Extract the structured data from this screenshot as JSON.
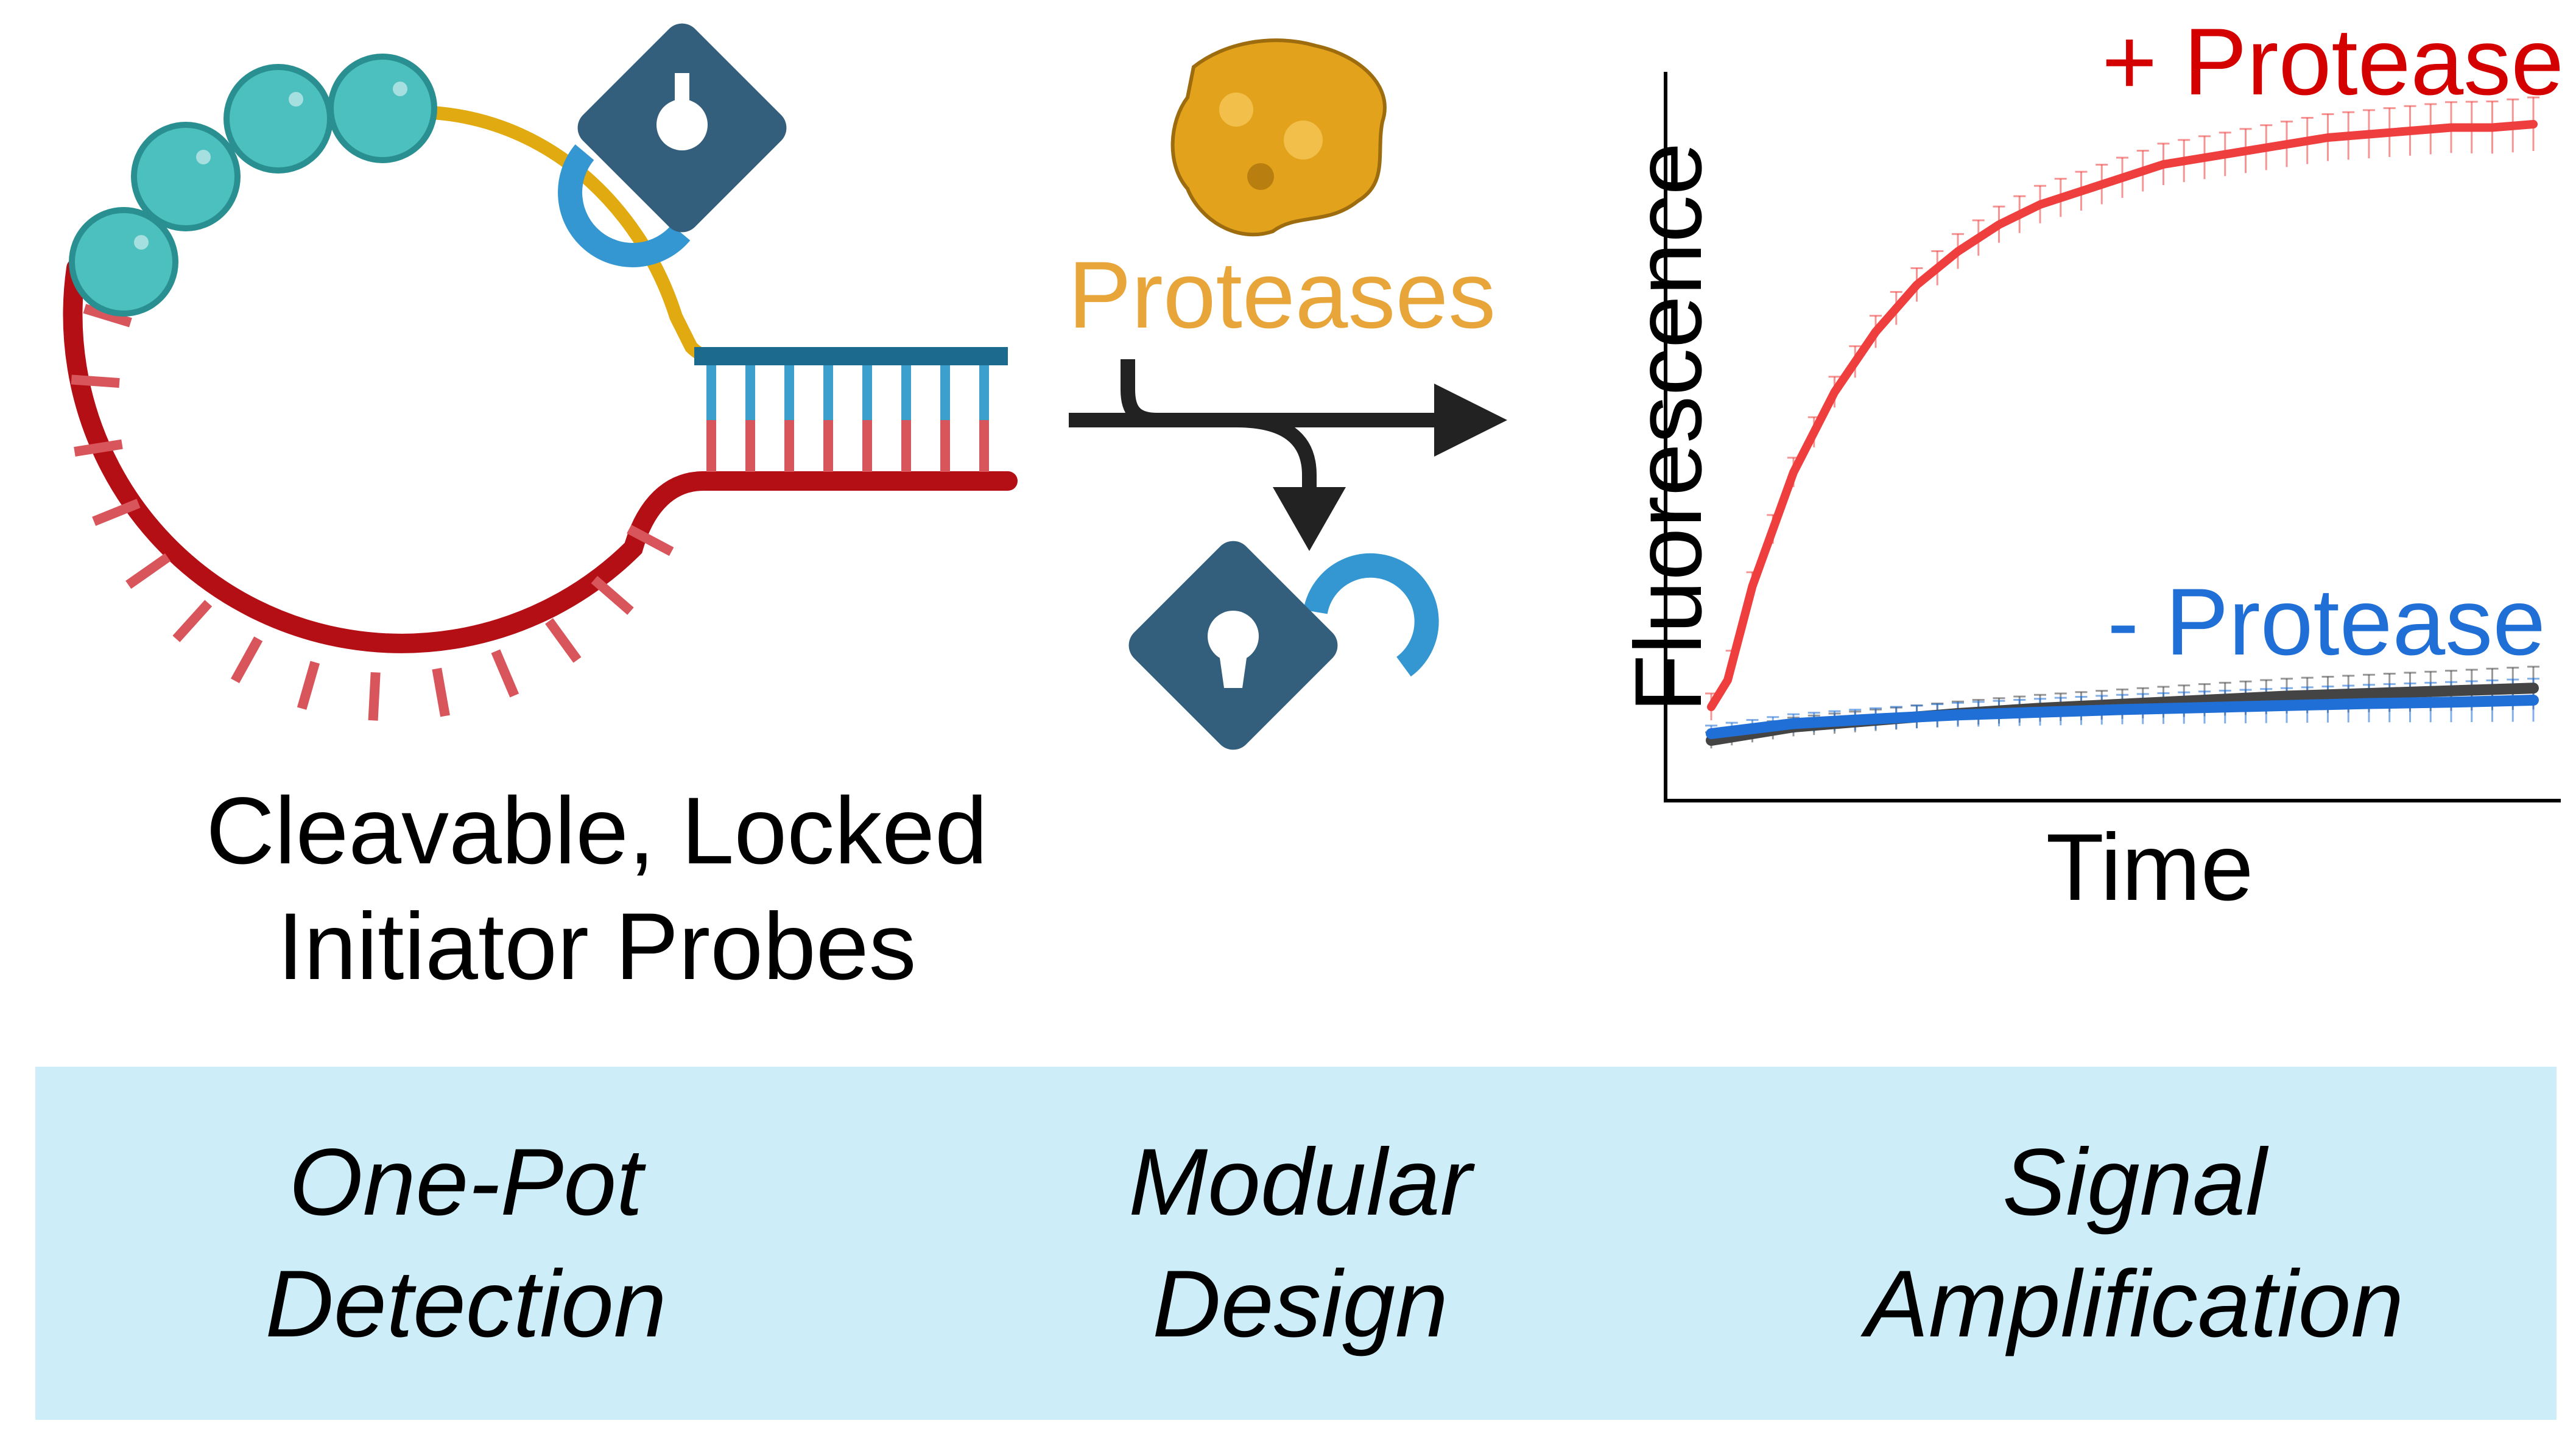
{
  "probe": {
    "label_line1": "Cleavable, Locked",
    "label_line2": "Initiator Probes",
    "colors": {
      "loop": "#b50f16",
      "tick": "#d9555c",
      "linker": "#e0aa10",
      "bead": "#4cbfbf",
      "stem_top": "#1c6b8f",
      "tick_top": "#3ca0cc"
    }
  },
  "reaction": {
    "enzyme_label": "Proteases",
    "enzyme_color": "#e8a63a",
    "arrow_color": "#222222"
  },
  "lock": {
    "icon_locked": "padlock-locked-icon",
    "icon_unlocked": "padlock-unlocked-icon",
    "body_color": "#335f7c",
    "shackle_color": "#3497d2"
  },
  "chart_data": {
    "type": "line",
    "xlabel": "Time",
    "ylabel": "Fluorescence",
    "xlim": [
      0,
      1
    ],
    "ylim": [
      0,
      1
    ],
    "series": [
      {
        "name": "+ Protease",
        "color": "#ef3e3e",
        "x": [
          0.0,
          0.02,
          0.05,
          0.1,
          0.15,
          0.2,
          0.25,
          0.3,
          0.35,
          0.4,
          0.45,
          0.5,
          0.55,
          0.6,
          0.65,
          0.7,
          0.75,
          0.8,
          0.85,
          0.9,
          0.95,
          1.0
        ],
        "y": [
          0.09,
          0.13,
          0.27,
          0.44,
          0.56,
          0.65,
          0.72,
          0.77,
          0.81,
          0.84,
          0.86,
          0.88,
          0.9,
          0.91,
          0.92,
          0.93,
          0.94,
          0.945,
          0.95,
          0.955,
          0.955,
          0.96
        ]
      },
      {
        "name": "- Protease",
        "color": "#1f6fd6",
        "x": [
          0.0,
          0.1,
          0.2,
          0.3,
          0.4,
          0.5,
          0.6,
          0.7,
          0.8,
          0.9,
          1.0
        ],
        "y": [
          0.05,
          0.065,
          0.072,
          0.078,
          0.082,
          0.086,
          0.089,
          0.092,
          0.095,
          0.097,
          0.1
        ]
      },
      {
        "name": "",
        "color": "#444444",
        "x": [
          0.0,
          0.1,
          0.2,
          0.3,
          0.4,
          0.5,
          0.6,
          0.7,
          0.8,
          0.9,
          1.0
        ],
        "y": [
          0.04,
          0.06,
          0.07,
          0.08,
          0.088,
          0.094,
          0.1,
          0.106,
          0.11,
          0.114,
          0.118
        ]
      }
    ],
    "legend": [
      {
        "text": "+ Protease",
        "color": "#d40000"
      },
      {
        "text": "- Protease",
        "color": "#1f6fd6"
      }
    ],
    "grid": false
  },
  "features": [
    {
      "line1": "One-Pot",
      "line2": "Detection"
    },
    {
      "line1": "Modular",
      "line2": "Design"
    },
    {
      "line1": "Signal",
      "line2": "Amplification"
    }
  ]
}
